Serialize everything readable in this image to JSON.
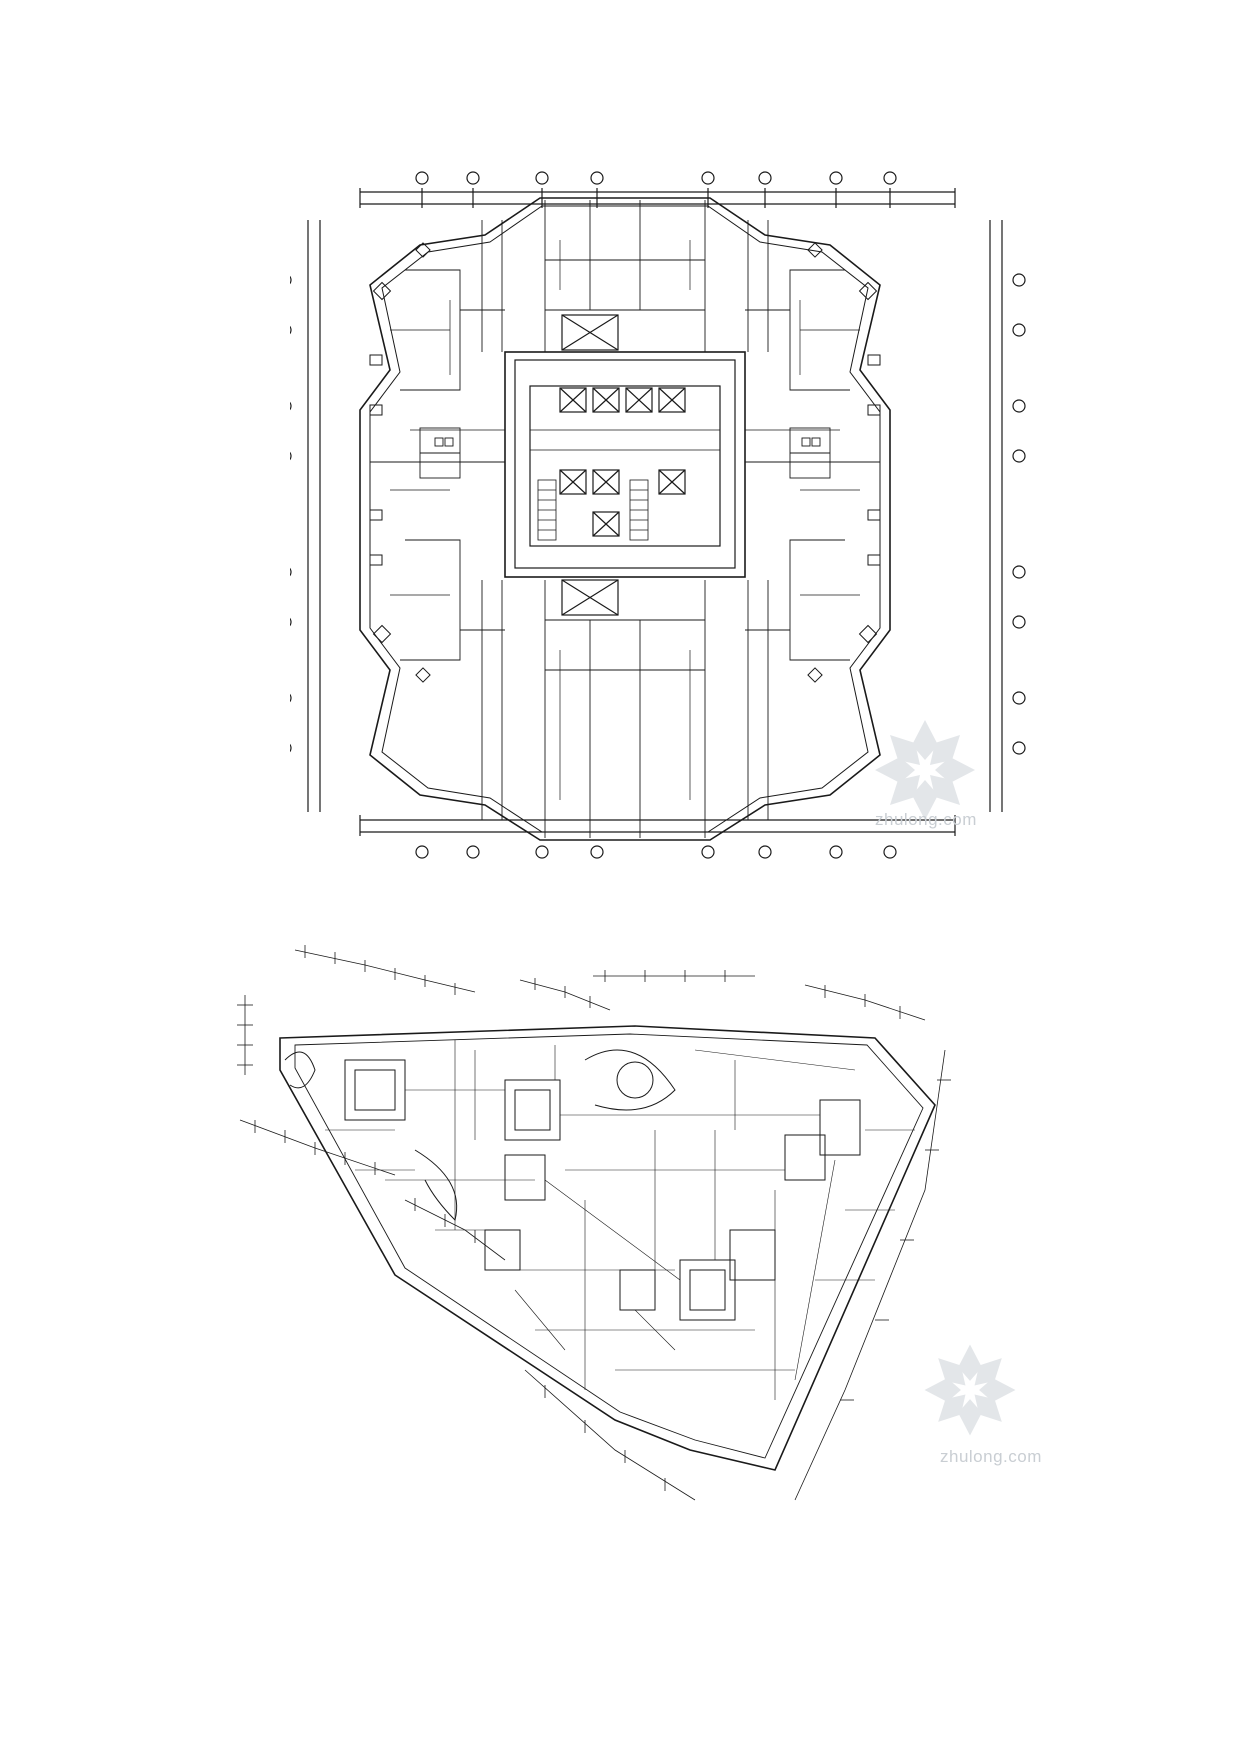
{
  "page": {
    "background": "#ffffff",
    "line_color": "#1a1a1a",
    "watermark_color": "#c9ced3"
  },
  "drawings": [
    {
      "id": "plan-top",
      "kind": "floor-plan"
    },
    {
      "id": "plan-bottom",
      "kind": "site-plan"
    }
  ],
  "watermarks": {
    "top": "zhulong.com",
    "bottom": "zhulong.com",
    "icon": "zhulong-flower-logo"
  }
}
